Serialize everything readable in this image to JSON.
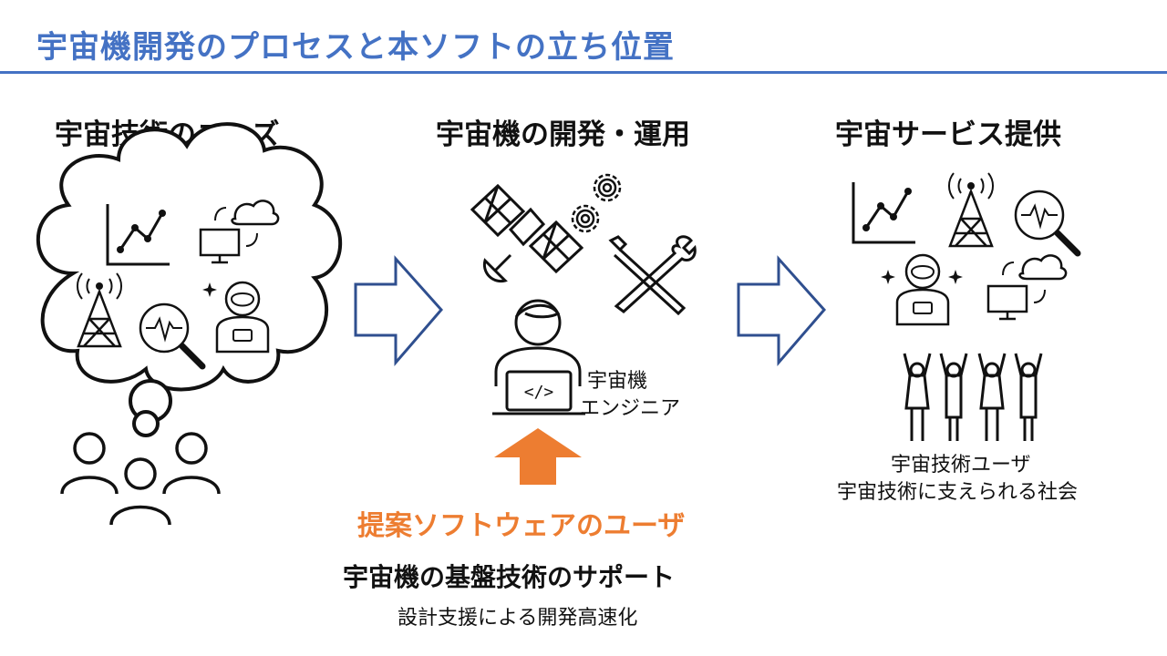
{
  "slide": {
    "title": "宇宙機開発のプロセスと本ソフトの立ち位置",
    "accent_color": "#4472c4",
    "highlight_color": "#ed7d31"
  },
  "columns": {
    "needs": {
      "heading": "宇宙技術のニーズ",
      "icons": [
        "line-chart-icon",
        "cloud-sync-monitor-icon",
        "radio-tower-icon",
        "waveform-magnifier-icon",
        "astronaut-icon",
        "thought-cloud-icon",
        "people-group-icon"
      ]
    },
    "development": {
      "heading": "宇宙機の開発・運用",
      "engineer_label_line1": "宇宙機",
      "engineer_label_line2": "エンジニア",
      "icons": [
        "satellite-icon",
        "gears-icon",
        "tools-icon",
        "engineer-laptop-icon",
        "up-arrow-icon"
      ]
    },
    "services": {
      "heading": "宇宙サービス提供",
      "users_label_line1": "宇宙技術ユーザ",
      "users_label_line2": "宇宙技術に支えられる社会",
      "icons": [
        "line-chart-icon",
        "radio-tower-icon",
        "waveform-magnifier-icon",
        "astronaut-icon",
        "cloud-sync-monitor-icon",
        "cheering-people-icon"
      ]
    }
  },
  "software": {
    "users_label": "提案ソフトウェアのユーザ",
    "support_label": "宇宙機の基盤技術のサポート",
    "support_sub": "設計支援による開発高速化"
  }
}
